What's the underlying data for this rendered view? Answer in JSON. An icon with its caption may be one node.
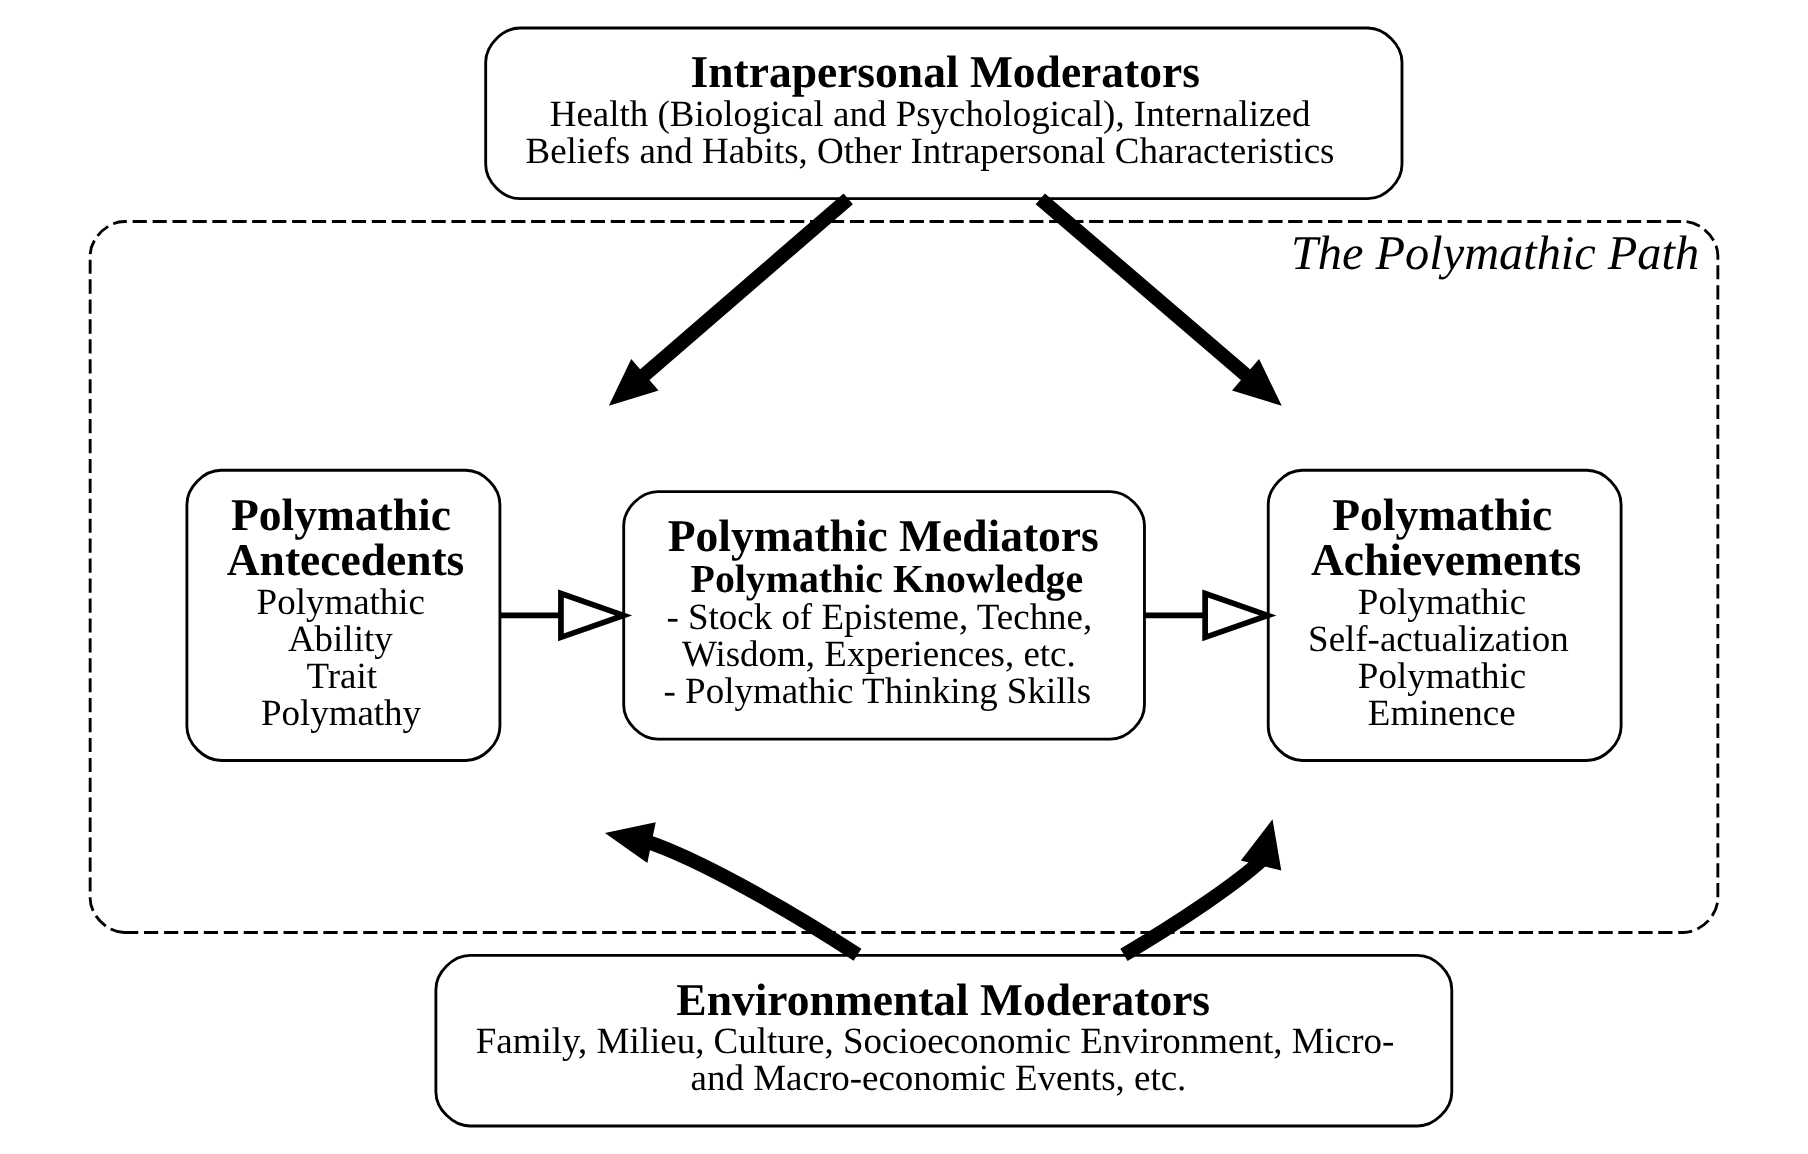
{
  "diagram": {
    "nodes": [
      {
        "text": [
          "Intrapersonal Moderators",
          "Health (Biological and Psychological), Internalized Beliefs and Habits, Other Intrapersonal Characteristics"
        ]
      },
      {
        "text": [
          "The Polymathic Path"
        ]
      },
      {
        "text": [
          "Polymathic Antecedents",
          "Polymathic Ability",
          "Trait Polymathy"
        ],
        "in": 1
      },
      {
        "text": [
          "Polymathic Mediators",
          "Polymathic Knowledge",
          "- Stock of Episteme, Techne, Wisdom, Experiences, etc.",
          "- Polymathic Thinking Skills"
        ],
        "in": 1
      },
      {
        "text": [
          "Polymathic Achievements",
          "Polymathic Self-actualization",
          "Polymathic Eminence"
        ],
        "in": 1
      },
      {
        "text": [
          "Environmental Moderators",
          "Family, Milieu, Culture, Socioeconomic Environment, Micro- and Macro-economic Events, etc."
        ]
      }
    ],
    "edges": [
      {
        "from": 0,
        "to": null,
        "arrow": "to"
      },
      {
        "from": 0,
        "to": null,
        "arrow": "to"
      },
      {
        "from": 2,
        "to": 3,
        "arrow": "to"
      },
      {
        "from": 3,
        "to": 4,
        "arrow": "to"
      },
      {
        "from": 5,
        "to": null,
        "arrow": "to"
      },
      {
        "from": 5,
        "to": null,
        "arrow": "to"
      }
    ]
  }
}
